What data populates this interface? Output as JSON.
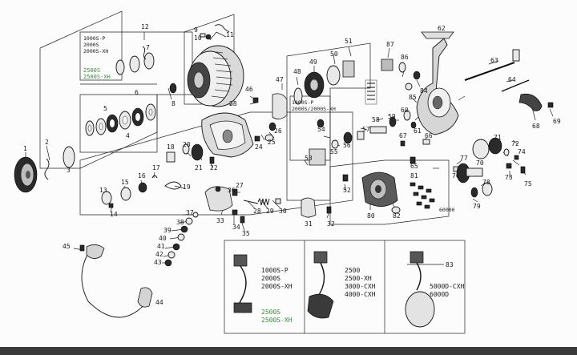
{
  "spool_box": {
    "variants": [
      "1000S-P",
      "2000S",
      "2000S-XH"
    ],
    "variants_green": [
      "2500S",
      "2500S-XH"
    ]
  },
  "inset_box": {
    "variants": [
      "1000S-P",
      "2000S",
      "2000S-XH"
    ],
    "variants_green": [
      "2500S",
      "2500S-XH"
    ]
  },
  "rotor_box": {
    "variants": [
      "1000S-P",
      "2000S/2000S-XH"
    ]
  },
  "handle_box": {
    "left": {
      "variants": [
        "1000S-P",
        "2000S",
        "2000S-XH"
      ],
      "variants_green": [
        "2500S",
        "2500S-XH"
      ]
    },
    "middle": {
      "variants": [
        "2500",
        "2500-XH",
        "3000-CXH",
        "4000-CXH"
      ]
    },
    "right": {
      "part_no": "83",
      "variants": [
        "5000D-CXH",
        "6000D"
      ]
    }
  },
  "washer_code": "60000",
  "part_numbers": [
    "1",
    "2",
    "3",
    "4",
    "5",
    "6",
    "7",
    "8",
    "9",
    "10",
    "11",
    "12",
    "13",
    "14",
    "15",
    "16",
    "17",
    "18",
    "19",
    "20",
    "21",
    "22",
    "23",
    "24",
    "25",
    "26",
    "27",
    "28",
    "29",
    "30",
    "31",
    "32",
    "33",
    "34",
    "35",
    "36",
    "37",
    "38",
    "39",
    "40",
    "41",
    "42",
    "43",
    "44",
    "45",
    "46",
    "47",
    "48",
    "49",
    "50",
    "51",
    "52",
    "53",
    "54",
    "55",
    "56",
    "57",
    "58",
    "59",
    "60",
    "61",
    "62",
    "63",
    "64",
    "65",
    "66",
    "67",
    "68",
    "69",
    "70",
    "71",
    "72",
    "73",
    "74",
    "75",
    "76",
    "77",
    "78",
    "79",
    "80",
    "81",
    "82",
    "83",
    "84",
    "85",
    "86",
    "87"
  ]
}
